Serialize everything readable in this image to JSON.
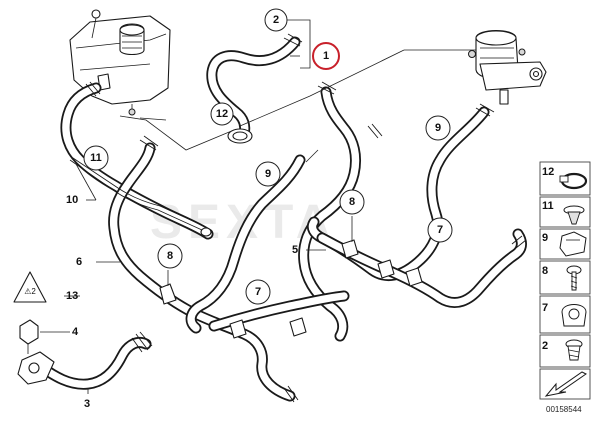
{
  "diagram": {
    "drawing_number": "00158544",
    "watermark_text": "SEXTA",
    "highlight_color": "#c8202a",
    "callouts": {
      "c1": "1",
      "c2": "2",
      "c3": "3",
      "c4": "4",
      "c5": "5",
      "c6": "6",
      "c7a": "7",
      "c7b": "7",
      "c8a": "8",
      "c8b": "8",
      "c9a": "9",
      "c9b": "9",
      "c10": "10",
      "c11": "11",
      "c12": "12",
      "c13": "13"
    },
    "legend": [
      {
        "number": "12",
        "icon": "hose-clamp-icon"
      },
      {
        "number": "11",
        "icon": "plastic-rivet-icon"
      },
      {
        "number": "9",
        "icon": "hose-clip-icon"
      },
      {
        "number": "8",
        "icon": "screw-icon"
      },
      {
        "number": "7",
        "icon": "holder-clip-icon"
      },
      {
        "number": "2",
        "icon": "screw-plug-icon"
      },
      {
        "number": "",
        "icon": "arrow-icon"
      }
    ]
  }
}
